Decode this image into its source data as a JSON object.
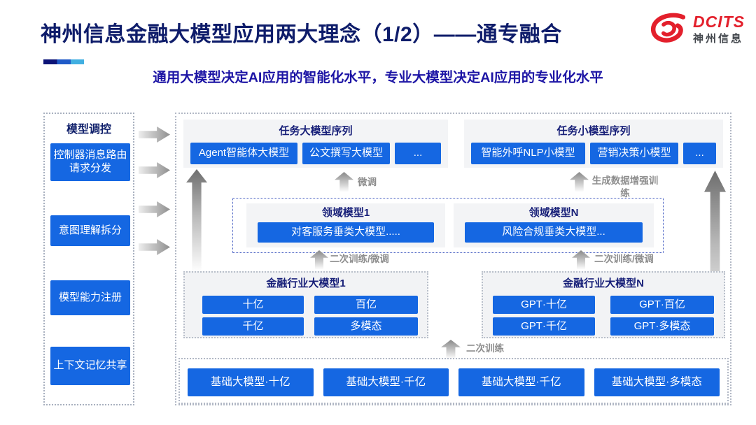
{
  "page": {
    "title": "神州信息金融大模型应用两大理念（1/2）——通专融合",
    "subtitle": "通用大模型决定AI应用的智能化水平，专业大模型决定AI应用的专业化水平"
  },
  "logo": {
    "en": "DCITS",
    "cn": "神州信息"
  },
  "sidebar": {
    "title": "模型调控",
    "items": [
      "控制器消息路由请求分发",
      "意图理解拆分",
      "模型能力注册",
      "上下文记忆共享"
    ]
  },
  "task_large": {
    "title": "任务大模型序列",
    "items": [
      "Agent智能体大模型",
      "公文撰写大模型",
      "..."
    ]
  },
  "task_small": {
    "title": "任务小模型序列",
    "items": [
      "智能外呼NLP小模型",
      "营销决策小模型",
      "..."
    ]
  },
  "domain_models": {
    "groups": [
      {
        "title": "领域模型1",
        "item": "对客服务垂类大模型....."
      },
      {
        "title": "领域模型N",
        "item": "风险合规垂类大模型..."
      }
    ]
  },
  "industry_models": {
    "groups": [
      {
        "title": "金融行业大模型1",
        "items": [
          "十亿",
          "百亿",
          "千亿",
          "多模态"
        ]
      },
      {
        "title": "金融行业大模型N",
        "items": [
          "GPT·十亿",
          "GPT·百亿",
          "GPT·千亿",
          "GPT·多模态"
        ]
      }
    ]
  },
  "base_models": {
    "items": [
      "基础大模型·十亿",
      "基础大模型·千亿",
      "基础大模型·千亿",
      "基础大模型·多模态"
    ]
  },
  "flow_labels": {
    "finetune": "微调",
    "augment": "生成数据增强训练",
    "retrain_ft": "二次训练/微调",
    "retrain": "二次训练"
  },
  "colors": {
    "accent_blue": "#1567e2",
    "title_navy": "#0e1c6a",
    "subtitle_blue": "#1d15a5",
    "logo_red": "#e3202c",
    "domain_border_blue": "#3f58c0"
  }
}
